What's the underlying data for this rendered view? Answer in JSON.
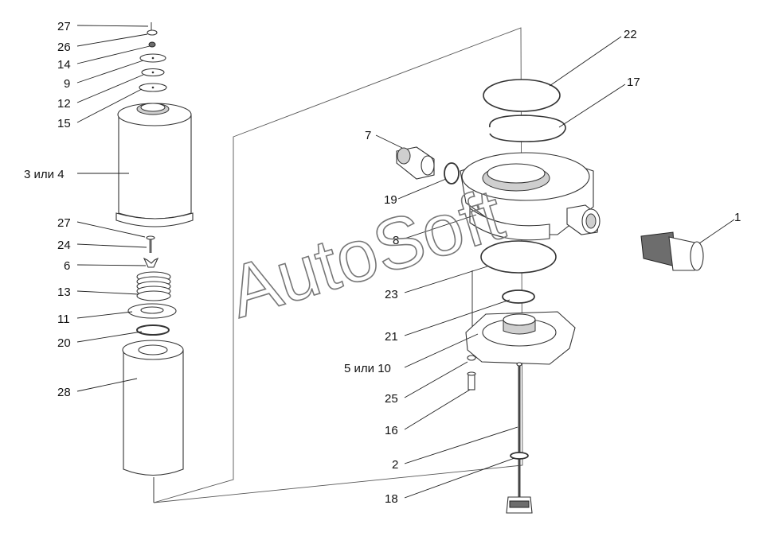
{
  "watermark": "AutoSoft",
  "callouts": {
    "c27a": "27",
    "c26": "26",
    "c14": "14",
    "c9": "9",
    "c12": "12",
    "c15": "15",
    "c3or4": "3 или 4",
    "c27b": "27",
    "c24": "24",
    "c6": "6",
    "c13": "13",
    "c11": "11",
    "c20": "20",
    "c28": "28",
    "c22": "22",
    "c17": "17",
    "c7": "7",
    "c19": "19",
    "c1": "1",
    "c8": "8",
    "c23": "23",
    "c21": "21",
    "c5or10": "5 или 10",
    "c25": "25",
    "c16": "16",
    "c2": "2",
    "c18": "18"
  }
}
